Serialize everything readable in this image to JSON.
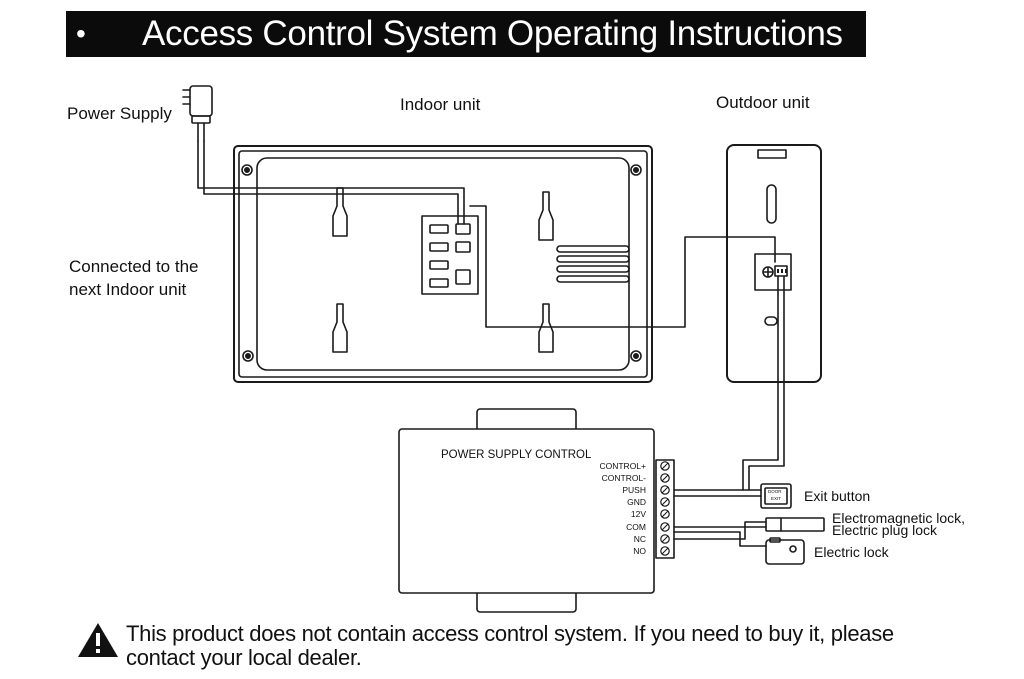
{
  "title": {
    "bullet": "•",
    "text": "Access Control System Operating Instructions"
  },
  "labels": {
    "power_supply": "Power Supply",
    "indoor_unit": "Indoor unit",
    "outdoor_unit": "Outdoor unit",
    "next_indoor_line1": "Connected to the",
    "next_indoor_line2": "next Indoor unit",
    "exit_button": "Exit button",
    "em_lock_line1": "Electromagnetic lock,",
    "em_lock_line2": "Electric plug lock",
    "electric_lock": "Electric lock"
  },
  "power_supply_control": {
    "title": "POWER SUPPLY CONTROL",
    "terminals": [
      "CONTROL+",
      "CONTROL-",
      "PUSH",
      "GND",
      "12V",
      "COM",
      "NC",
      "NO"
    ]
  },
  "exit_button_face": {
    "line1": "DOOR",
    "line2": "EXIT"
  },
  "warning": {
    "icon": "warning-triangle-icon",
    "line1": "This product does not contain access control system. If you need to buy it, please",
    "line2": "contact your local dealer."
  },
  "colors": {
    "line": "#1a1a1a",
    "title_bg": "#0b0b0b",
    "title_fg": "#ffffff"
  }
}
